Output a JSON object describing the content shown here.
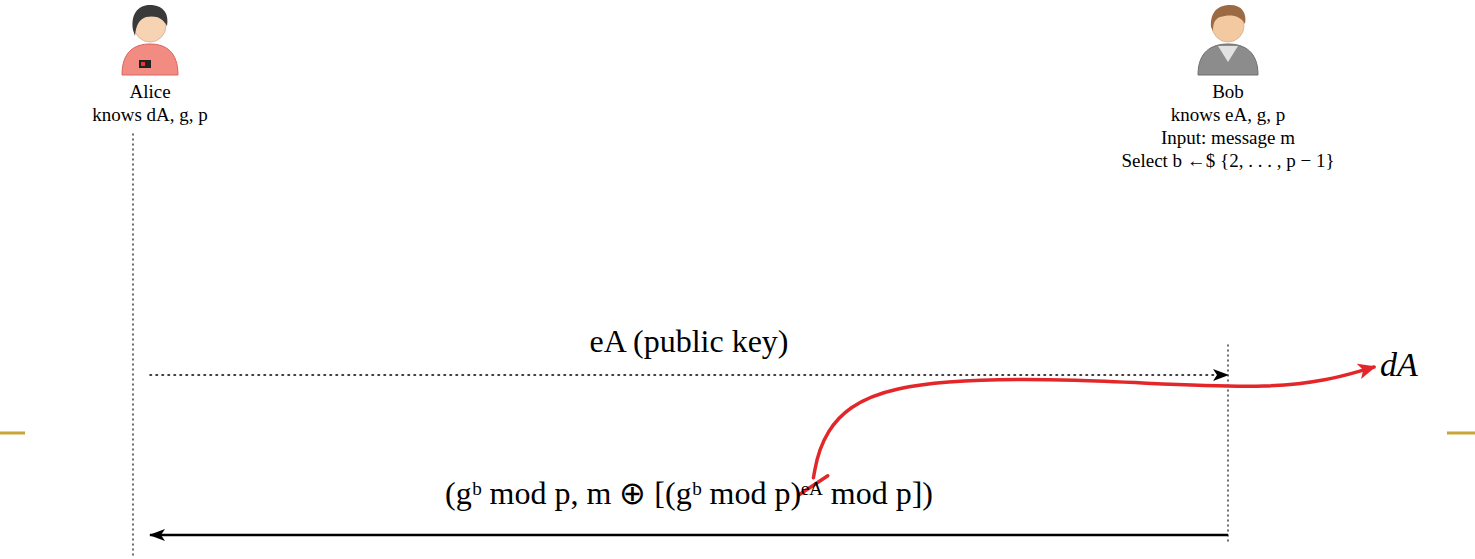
{
  "diagram": {
    "nodes": [
      {
        "text": [
          "Alice",
          "knows dA, g, p"
        ]
      },
      {
        "text": [
          "Bob",
          "knows eA, g, p",
          "Input: message m",
          "Select b ←$ {2, . . . , p − 1}"
        ]
      }
    ],
    "edges": [
      {
        "from": 0,
        "to": 1,
        "label": "eA (public key)",
        "arrow": "to"
      },
      {
        "from": 1,
        "to": 0,
        "label": "(gᵇ mod p, m ⊕ [(gᵇ mod p)ᵉᴬ mod p])",
        "arrow": "to"
      }
    ],
    "labels": [
      "dA"
    ]
  }
}
